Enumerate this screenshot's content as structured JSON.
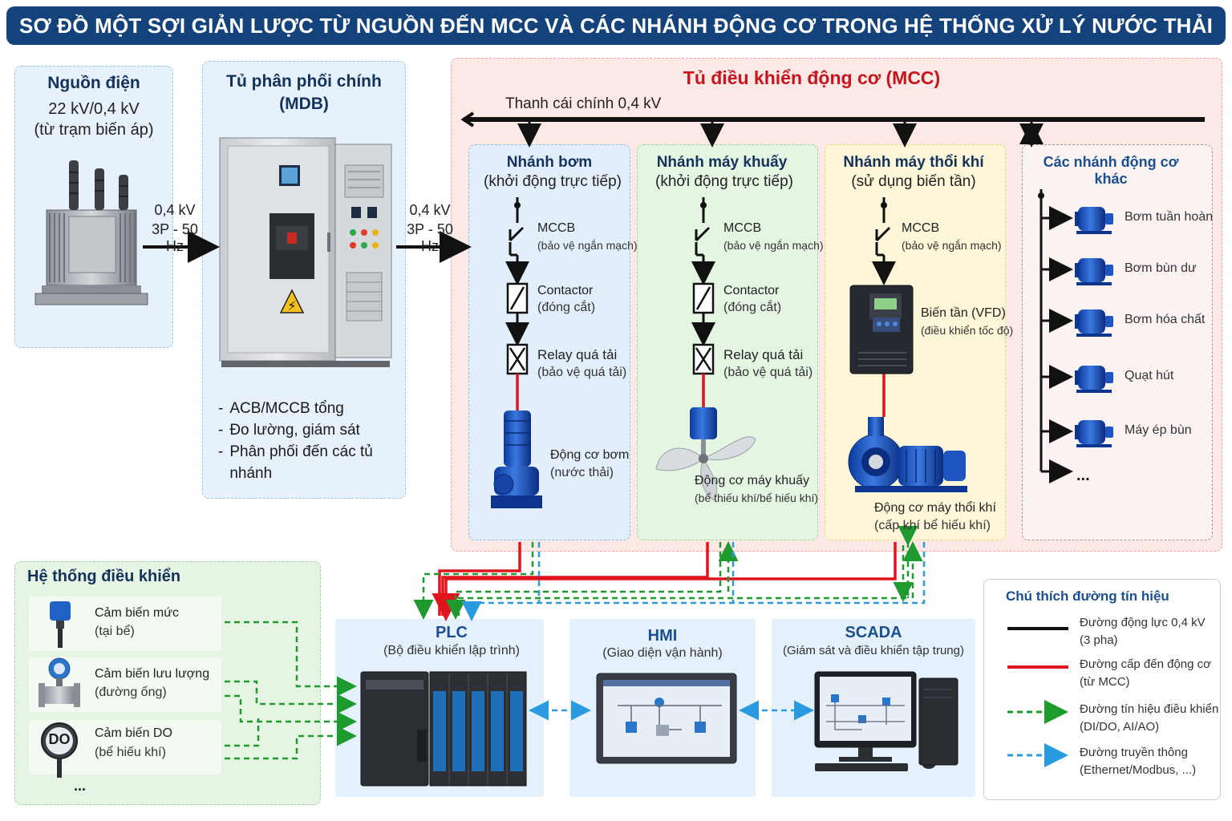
{
  "title": "SƠ ĐỒ MỘT SỢI GIẢN LƯỢC TỪ NGUỒN ĐẾN MCC VÀ CÁC NHÁNH ĐỘNG CƠ TRONG HỆ THỐNG XỬ LÝ NƯỚC THẢI",
  "source": {
    "heading": "Nguồn điện",
    "line1": "22 kV/0,4 kV",
    "line2": "(từ trạm biến áp)"
  },
  "arrow1": {
    "line1": "0,4 kV",
    "line2": "3P - 50 Hz"
  },
  "mdb": {
    "heading1": "Tủ phân phối chính",
    "heading2": "(MDB)",
    "items": [
      "ACB/MCCB tổng",
      "Đo lường, giám sát",
      "Phân phối đến các tủ nhánh"
    ],
    "bullet": "-"
  },
  "arrow2": {
    "line1": "0,4 kV",
    "line2": "3P - 50 Hz"
  },
  "mcc": {
    "heading": "Tủ điều khiển động cơ (MCC)",
    "busbar": "Thanh cái chính 0,4 kV"
  },
  "pump_branch": {
    "heading1": "Nhánh bơm",
    "heading2": "(khởi động trực tiếp)",
    "mccb": "MCCB",
    "mccb_sub": "(bảo vệ ngắn mạch)",
    "contactor": "Contactor",
    "contactor_sub": "(đóng cắt)",
    "relay": "Relay quá tải",
    "relay_sub": "(bảo vệ quá tải)",
    "motor": "Động cơ bơm",
    "motor_sub": "(nước thải)"
  },
  "mixer_branch": {
    "heading1": "Nhánh máy khuấy",
    "heading2": "(khởi động trực tiếp)",
    "mccb": "MCCB",
    "mccb_sub": "(bảo vệ ngắn mạch)",
    "contactor": "Contactor",
    "contactor_sub": "(đóng cắt)",
    "relay": "Relay quá tải",
    "relay_sub": "(bảo vệ quá tải)",
    "motor": "Động cơ máy khuấy",
    "motor_sub": "(bể thiếu khí/bể hiếu khí)"
  },
  "blower_branch": {
    "heading1": "Nhánh máy thổi khí",
    "heading2": "(sử dụng biến tần)",
    "mccb": "MCCB",
    "mccb_sub": "(bảo vệ ngắn mạch)",
    "vfd": "Biến tần (VFD)",
    "vfd_sub": "(điều khiển tốc độ)",
    "motor": "Động cơ máy thổi khí",
    "motor_sub": "(cấp khí bể hiếu khí)"
  },
  "other_branch": {
    "heading": "Các nhánh động cơ khác",
    "items": [
      "Bơm tuần hoàn",
      "Bơm bùn dư",
      "Bơm hóa chất",
      "Quạt hút",
      "Máy ép bùn"
    ],
    "more": "..."
  },
  "control": {
    "heading": "Hệ thống điều khiển",
    "sensors": [
      {
        "name": "Cảm biến mức",
        "sub": "(tại bể)"
      },
      {
        "name": "Cảm biến lưu lượng",
        "sub": "(đường ống)"
      },
      {
        "name": "Cảm biến DO",
        "sub": "(bể hiếu khí)"
      }
    ],
    "do_label": "DO",
    "more": "..."
  },
  "plc": {
    "heading": "PLC",
    "sub": "(Bộ điều khiển lập trình)"
  },
  "hmi": {
    "heading": "HMI",
    "sub": "(Giao diện vận hành)"
  },
  "scada": {
    "heading": "SCADA",
    "sub": "(Giám sát và điều khiển tập trung)"
  },
  "legend": {
    "heading": "Chú thích đường tín hiệu",
    "items": [
      {
        "line1": "Đường động lực 0,4 kV",
        "line2": "(3 pha)",
        "color": "#111111",
        "style": "solid"
      },
      {
        "line1": "Đường cấp đến động cơ",
        "line2": "(từ MCC)",
        "color": "#e0141c",
        "style": "solid"
      },
      {
        "line1": "Đường tín hiệu điều khiển",
        "line2": "(DI/DO, AI/AO)",
        "color": "#1f9a2e",
        "style": "dashed"
      },
      {
        "line1": "Đường truyền thông",
        "line2": "(Ethernet/Modbus, ...)",
        "color": "#2a9be0",
        "style": "dashed"
      }
    ]
  },
  "colors": {
    "title_bg": "#14427a",
    "power": "#111111",
    "motor_feed": "#e0141c",
    "control": "#1f9a2e",
    "comm": "#2a9be0",
    "mcc_heading": "#c8141e"
  }
}
